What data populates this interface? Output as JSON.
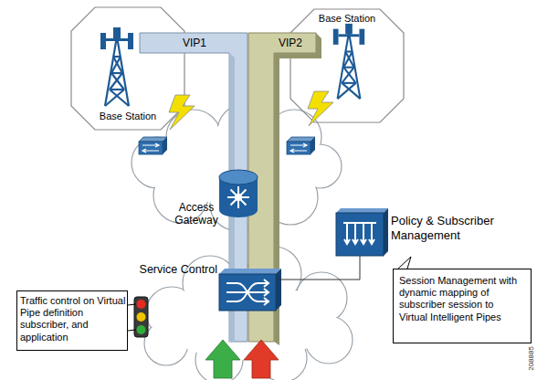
{
  "diagram": {
    "nodes": [
      {
        "text": [
          "Base Station"
        ]
      },
      {
        "text": [
          "Base Station"
        ]
      },
      {
        "text": [
          "VIP1"
        ]
      },
      {
        "text": [
          "VIP2"
        ]
      },
      {
        "text": [
          "Access Gateway"
        ]
      },
      {
        "text": [
          "Policy & Subscriber Management"
        ]
      },
      {
        "text": [
          "Service Control"
        ]
      },
      {
        "text": [
          "Traffic control on Virtual Pipe definition subscriber, and application"
        ]
      },
      {
        "text": [
          "Session Management with dynamic mapping of subscriber session to Virtual Intelligent Pipes"
        ]
      }
    ],
    "edges": [
      {
        "from": 6,
        "to": 5,
        "arrow": "none"
      }
    ],
    "labels": [
      "208885"
    ]
  }
}
